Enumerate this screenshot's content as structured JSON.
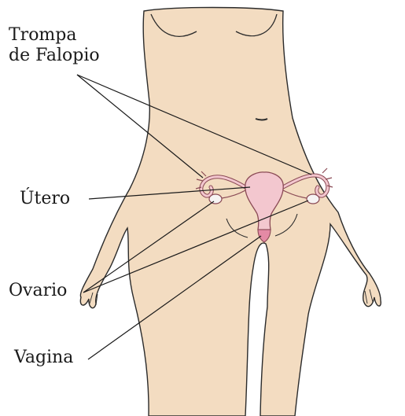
{
  "labels": {
    "trompa_line1": "Trompa",
    "trompa_line2": "de Falopio",
    "utero": "Útero",
    "ovario": "Ovario",
    "vagina": "Vagina"
  },
  "colors": {
    "skin": "#f3dcc1",
    "outline": "#2b2b2b",
    "organ": "#f3c7cf",
    "organ_outline": "#8a4a55",
    "vagina": "#e48aa5",
    "leader": "#1a1a1a"
  }
}
